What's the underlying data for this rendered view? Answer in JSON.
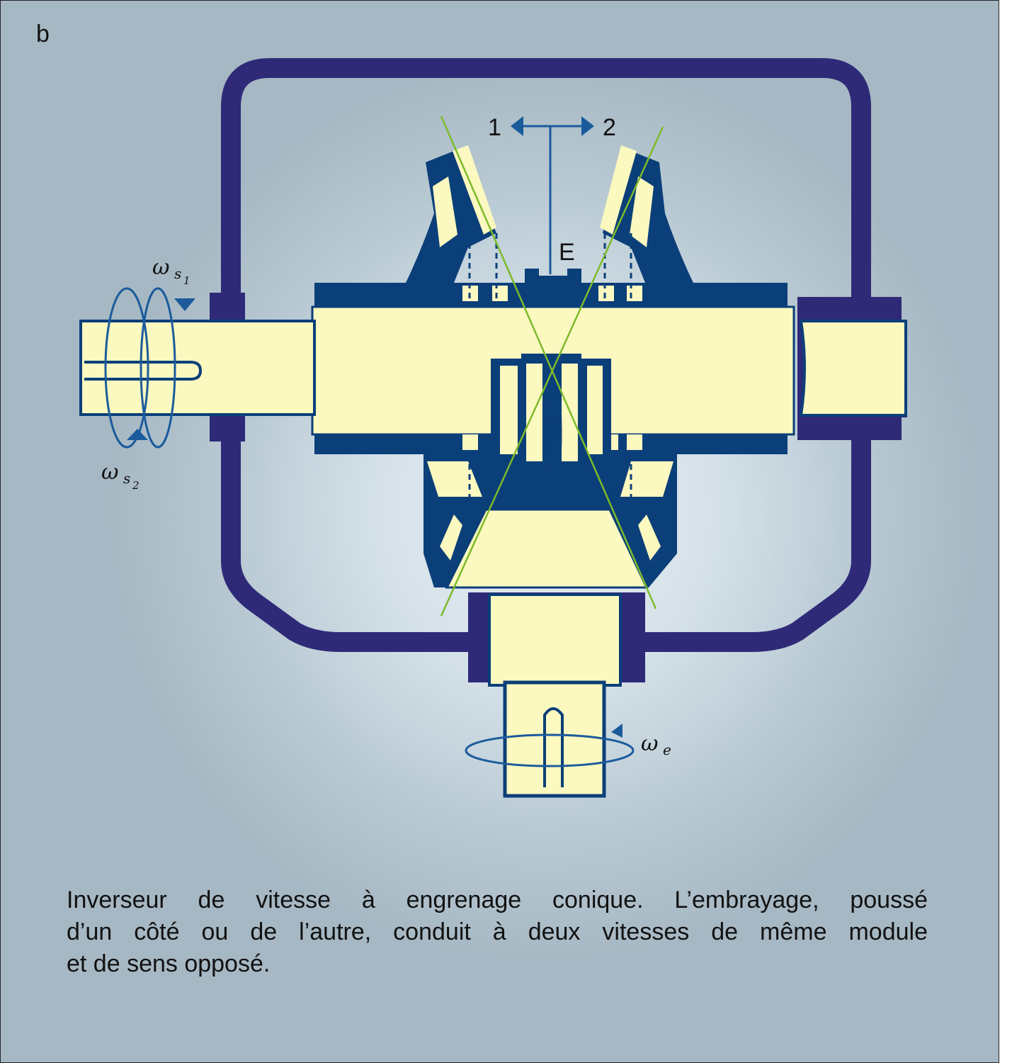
{
  "panel_label": "b",
  "labels": {
    "position_1": "1",
    "position_2": "2",
    "clutch": "E",
    "omega_s1": {
      "symbol": "ω",
      "sub": "s",
      "subsub": "1"
    },
    "omega_s2": {
      "symbol": "ω",
      "sub": "s",
      "subsub": "2"
    },
    "omega_e": {
      "symbol": "ω",
      "sub": "e"
    }
  },
  "caption": {
    "line1": "Inverseur de  vitesse  à  engrenage  conique.  L’embrayage, poussé",
    "line2": "d’un côté  ou de l’autre,  conduit  à deux vitesses de même module",
    "line3": "et   de  sens opposé."
  },
  "colors": {
    "housing": "#2e2a78",
    "gear_body": "#0b3f79",
    "shaft": "#fbf8c0",
    "pitch_line": "#7dbb2a",
    "arrow": "#1b5b9c",
    "background": "#b8c9d3"
  }
}
